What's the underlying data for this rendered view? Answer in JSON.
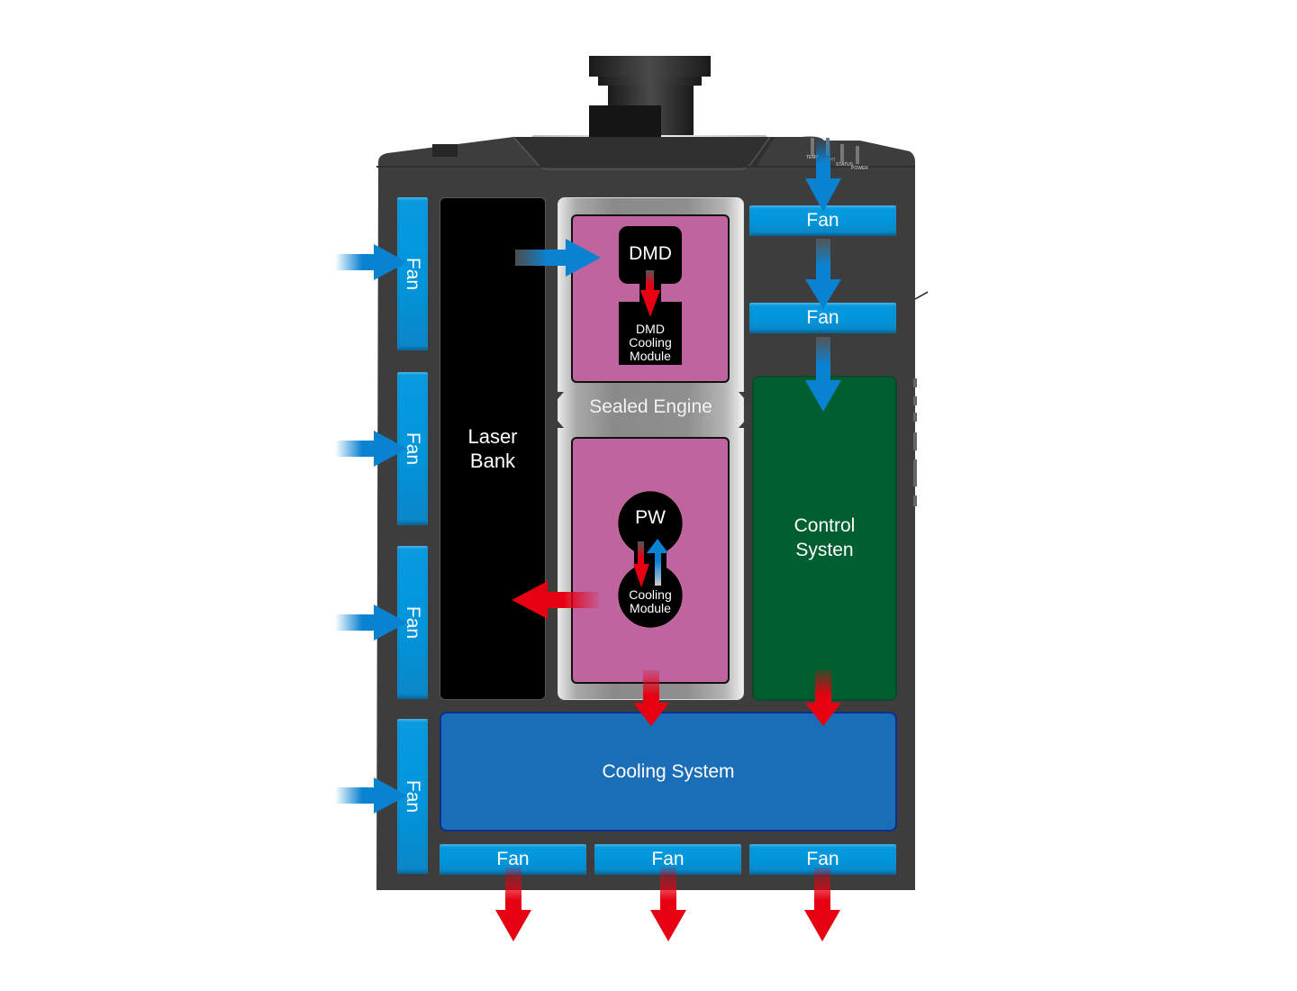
{
  "diagram": {
    "title": "Projector Cooling Airflow",
    "colors": {
      "chassis": "#3d3d3d",
      "fan": "#0096dc",
      "laser_bank": "#000000",
      "sealed_engine_chamber": "#c064a0",
      "control_system": "#005f30",
      "cooling_system": "#1a6eb8",
      "cool_airflow": "#0a82d2",
      "hot_airflow": "#e60012"
    },
    "indicators": [
      "TEMP",
      "LIGHT",
      "STATUS",
      "POWER"
    ],
    "left_fans": [
      "Fan",
      "Fan",
      "Fan",
      "Fan"
    ],
    "right_fans": [
      "Fan",
      "Fan"
    ],
    "bottom_fans": [
      "Fan",
      "Fan",
      "Fan"
    ],
    "laser_bank": {
      "line1": "Laser",
      "line2": "Bank"
    },
    "sealed_engine": {
      "label": "Sealed Engine",
      "dmd": "DMD",
      "dmd_cooling": {
        "line1": "DMD",
        "line2": "Cooling",
        "line3": "Module"
      },
      "pw": "PW",
      "pw_cooling": {
        "line1": "Cooling",
        "line2": "Module"
      }
    },
    "control_system": {
      "line1": "Control",
      "line2": "Systen"
    },
    "cooling_system": "Cooling System"
  }
}
